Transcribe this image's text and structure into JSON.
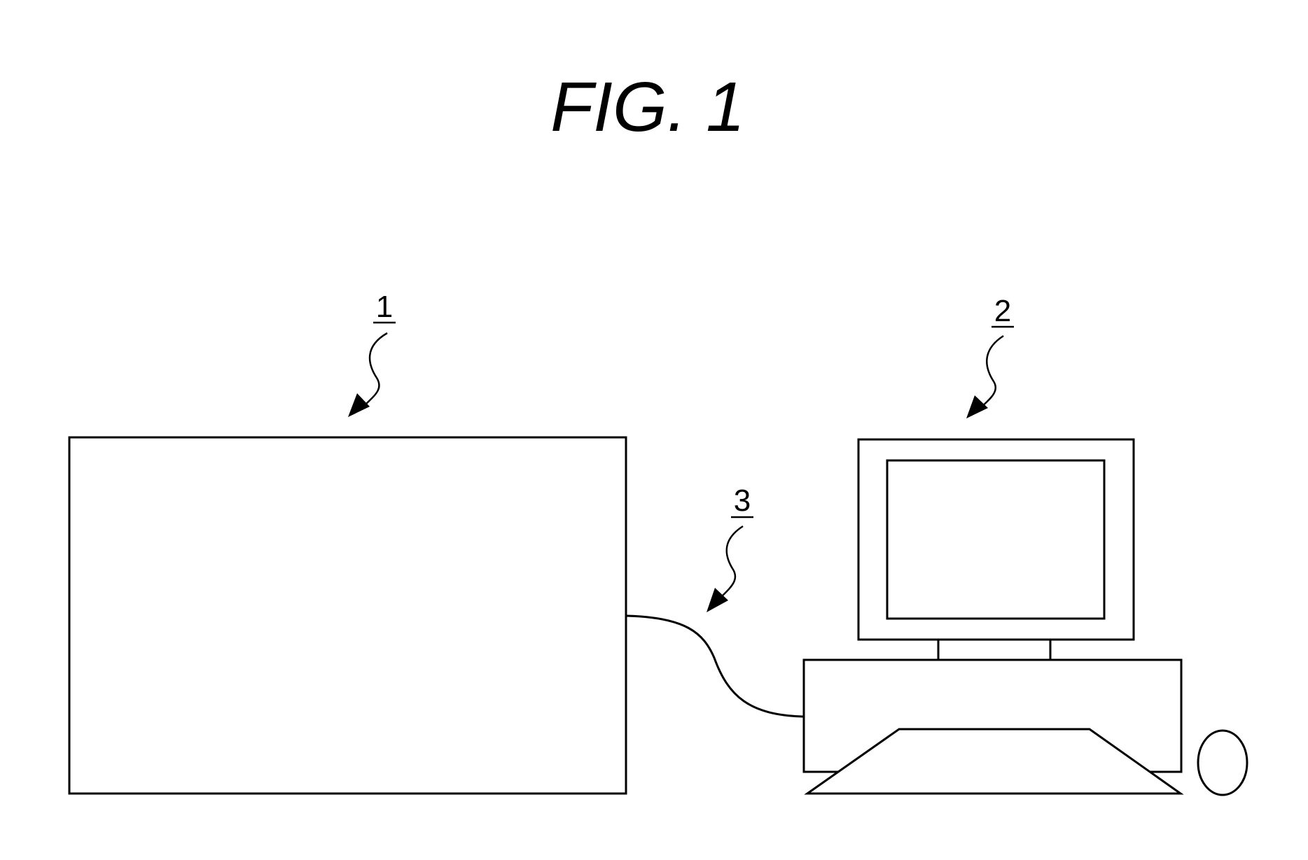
{
  "figure": {
    "title": "FIG. 1",
    "refs": {
      "device": "1",
      "computer": "2",
      "cable": "3"
    }
  }
}
